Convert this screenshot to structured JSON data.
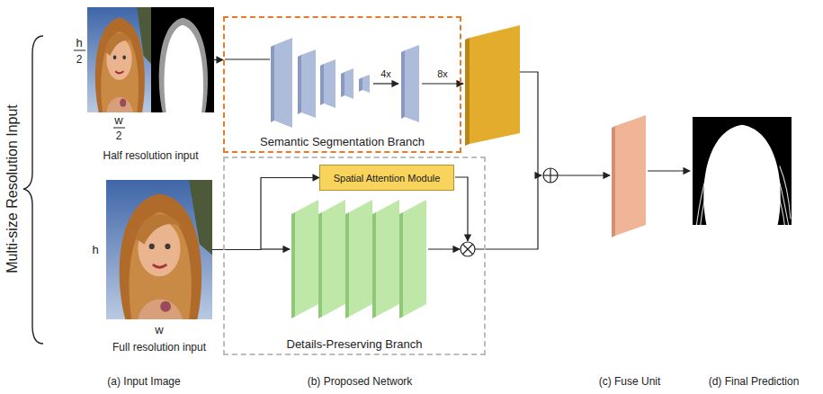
{
  "diagram": {
    "nodes": [
      {
        "text": [
          "Half resolution input"
        ]
      },
      {
        "text": [
          "Semantic Segmentation Branch"
        ]
      },
      {
        "text": [
          "Full resolution input"
        ]
      },
      {
        "text": [
          "Details-Preserving Branch"
        ]
      },
      {
        "text": [
          "Spatial Attention Module"
        ],
        "in": 3
      }
    ],
    "edges": [
      {
        "from": 0,
        "to": 1,
        "arrow": "to"
      },
      {
        "from": 2,
        "to": 4,
        "arrow": "to"
      }
    ],
    "labels": [
      "Multi-size Resolution Input",
      "h",
      "2",
      "w",
      "2",
      "h",
      "w",
      "4x",
      "8x",
      "(a) Input Image",
      "(b) Proposed Network",
      "(c) Fuse Unit",
      "(d) Final Prediction"
    ]
  }
}
